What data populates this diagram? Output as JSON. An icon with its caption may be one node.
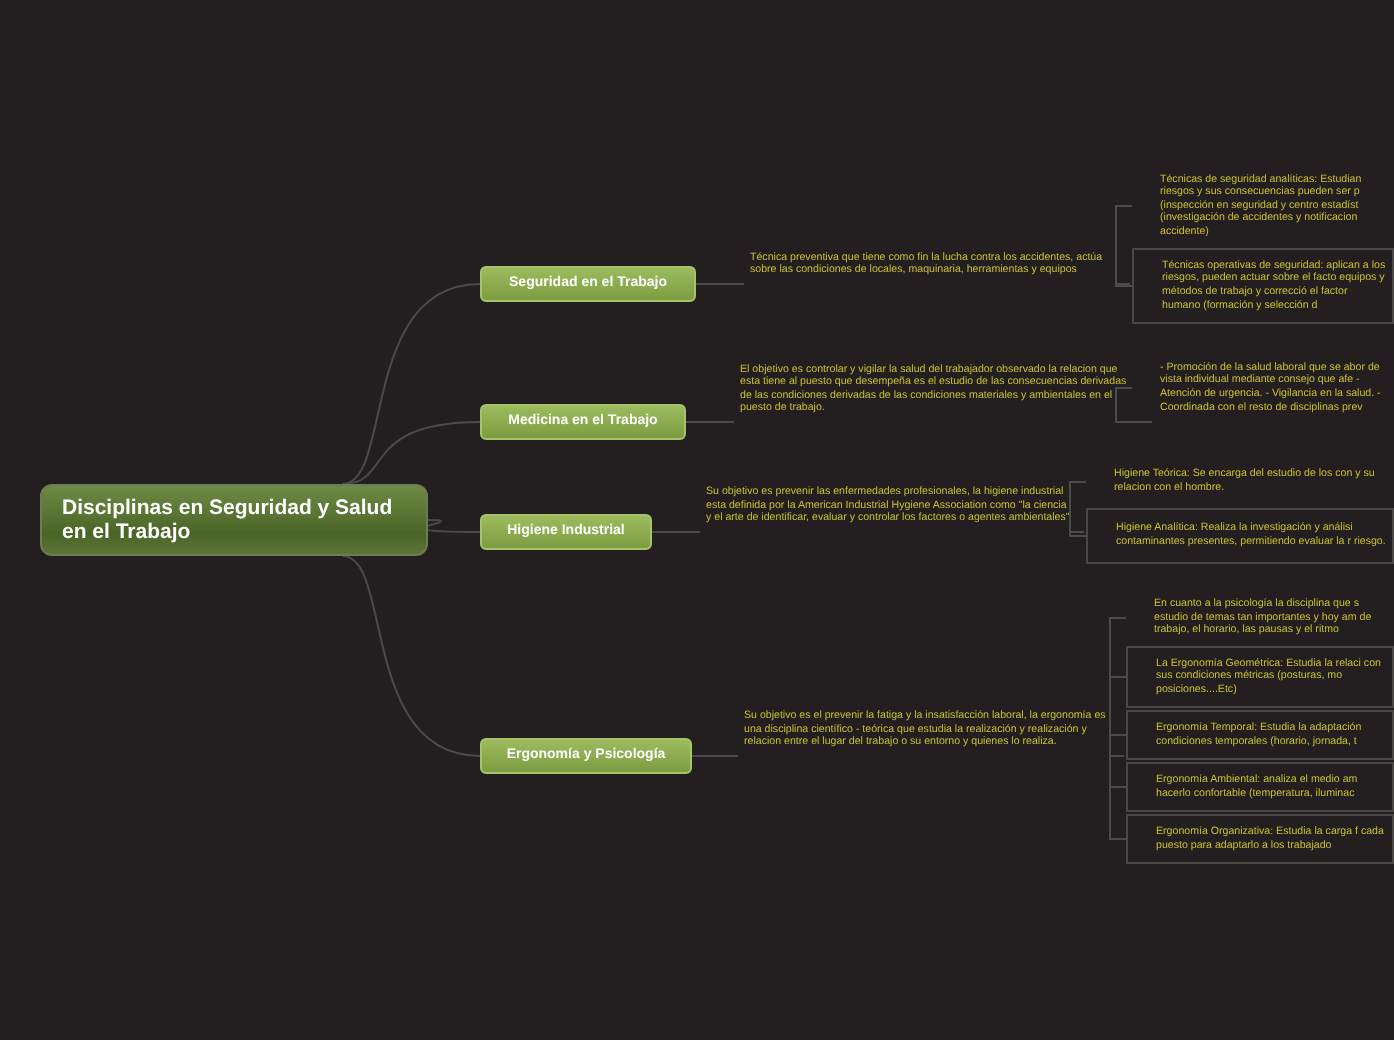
{
  "diagram": {
    "nodes": [
      {
        "text": [
          "Disciplinas en Seguridad y Salud en el Trabajo"
        ]
      },
      {
        "text": [
          "Seguridad en el Trabajo"
        ]
      },
      {
        "text": [
          "Medicina en el Trabajo"
        ]
      },
      {
        "text": [
          "Higiene Industrial"
        ]
      },
      {
        "text": [
          "Ergonomía y Psicología"
        ]
      },
      {
        "text": [
          "Técnica preventiva que tiene como fin la lucha contra los accidentes, actúa sobre las condiciones de locales, maquinaria, herramientas y equipos"
        ]
      },
      {
        "text": [
          "Técnicas de seguridad analíticas: Estudian riesgos y sus consecuencias pueden ser p (inspección en seguridad y centro estadíst (investigación de accidentes y notificacion accidente)"
        ]
      },
      {
        "text": [
          "Técnicas operativas de seguridad: aplican a los riesgos, pueden actuar sobre el facto equipos y métodos de trabajo y correcció el factor humano (formación y selección d"
        ]
      },
      {
        "text": [
          "El objetivo es controlar y vigilar la salud del trabajador observado la relacion que esta tiene al puesto que desempeña es el estudio de las consecuencias derivadas de las condiciones derivadas de las condiciones materiales y ambientales en el puesto de trabajo."
        ]
      },
      {
        "text": [
          "- Promoción de la salud laboral que se abor de vista individual mediante consejo que afe - Atención de urgencia. - Vigilancia en la salud. - Coordinada con el resto de disciplinas prev"
        ]
      },
      {
        "text": [
          "Su objetivo es prevenir las enfermedades profesionales, la higiene industrial esta definida por la American Industrial Hygiene Association como \"la ciencia y el arte de identificar, evaluar y controlar los factores o agentes ambientales\""
        ]
      },
      {
        "text": [
          "Higiene Teórica: Se encarga del estudio de los con y su relacion con el hombre."
        ]
      },
      {
        "text": [
          "Higiene Analítica: Realiza la investigación y análisi contaminantes presentes, permitiendo evaluar la r riesgo."
        ]
      },
      {
        "text": [
          "Su objetivo es el prevenir la fatiga y la insatisfacción laboral, la ergonomía es una disciplina científico - teórica que estudia la realización y realización y relacion entre el lugar del trabajo o su entorno y quienes lo realiza."
        ]
      },
      {
        "text": [
          "En cuanto a la psicología la disciplina que s estudio de temas tan importantes y hoy am de trabajo, el horario, las pausas y el ritmo"
        ]
      },
      {
        "text": [
          "La Ergonomía Geométrica: Estudia la relaci con sus condiciones métricas (posturas, mo posiciones....Etc)"
        ]
      },
      {
        "text": [
          "Ergonomía Temporal: Estudia la adaptación condiciones temporales (horario, jornada, t"
        ]
      },
      {
        "text": [
          "Ergonomía Ambiental: analiza el medio am hacerlo confortable (temperatura, iluminac"
        ]
      },
      {
        "text": [
          "Ergonomía Organizativa: Estudia la carga f cada puesto para adaptarlo a los trabajado"
        ]
      }
    ],
    "edges": [
      {
        "from": 0,
        "to": 1,
        "arrow": "none"
      },
      {
        "from": 0,
        "to": 2,
        "arrow": "none"
      },
      {
        "from": 0,
        "to": 3,
        "arrow": "none"
      },
      {
        "from": 0,
        "to": 4,
        "arrow": "none"
      },
      {
        "from": 1,
        "to": 5,
        "arrow": "none"
      },
      {
        "from": 5,
        "to": 6,
        "arrow": "none"
      },
      {
        "from": 5,
        "to": 7,
        "arrow": "none"
      },
      {
        "from": 2,
        "to": 8,
        "arrow": "none"
      },
      {
        "from": 8,
        "to": 9,
        "arrow": "none"
      },
      {
        "from": 3,
        "to": 10,
        "arrow": "none"
      },
      {
        "from": 10,
        "to": 11,
        "arrow": "none"
      },
      {
        "from": 10,
        "to": 12,
        "arrow": "none"
      },
      {
        "from": 4,
        "to": 13,
        "arrow": "none"
      },
      {
        "from": 13,
        "to": 14,
        "arrow": "none"
      },
      {
        "from": 13,
        "to": 15,
        "arrow": "none"
      },
      {
        "from": 13,
        "to": 16,
        "arrow": "none"
      },
      {
        "from": 13,
        "to": 17,
        "arrow": "none"
      },
      {
        "from": 13,
        "to": 18,
        "arrow": "none"
      }
    ]
  }
}
